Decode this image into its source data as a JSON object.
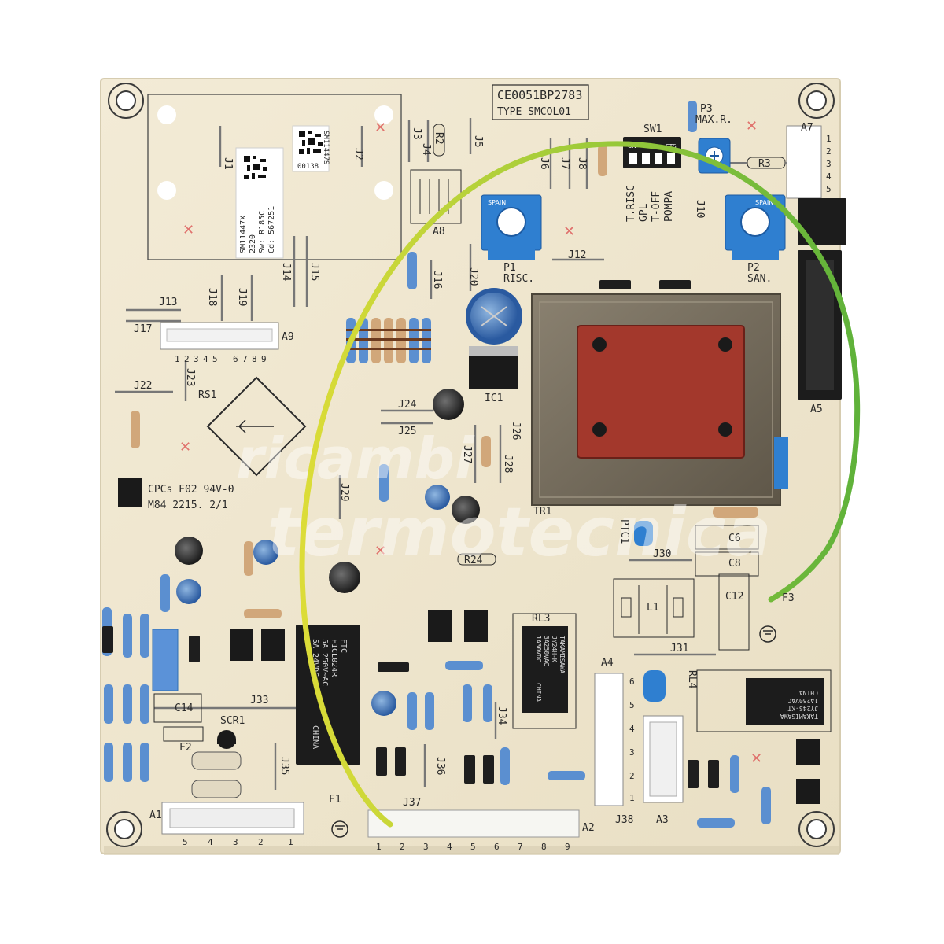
{
  "certification": {
    "ce_code": "0051BP2783",
    "type_label": "TYPE SMCOL01"
  },
  "sticker": {
    "lines": [
      "SM11447X",
      "2320",
      "Sw: R185C",
      "Cd: 567251"
    ],
    "code_a": "00138",
    "code_b": "SM11447S"
  },
  "board_marking": {
    "line1": "CPCs F02 94V-0",
    "line2": "M84  2215. 2/1"
  },
  "potentiometers": [
    {
      "ref": "P1",
      "label": "RISC."
    },
    {
      "ref": "P2",
      "label": "SAN."
    },
    {
      "ref": "P3",
      "label": "MAX.R."
    }
  ],
  "pot_brand": "SPAIN",
  "switch": {
    "ref": "SW1",
    "labels": [
      "T.RISC",
      "GPL",
      "T-OFF",
      "POMPA"
    ],
    "on_label": "ON",
    "cts_label": "CTS"
  },
  "designators": {
    "J1": "J1",
    "J2": "J2",
    "J3": "J3",
    "J4": "J4",
    "J5": "J5",
    "J6": "J6",
    "J7": "J7",
    "J8": "J8",
    "J10": "J10",
    "J12": "J12",
    "J13": "J13",
    "J14": "J14",
    "J15": "J15",
    "J16": "J16",
    "J17": "J17",
    "J18": "J18",
    "J19": "J19",
    "J20": "J20",
    "J22": "J22",
    "J23": "J23",
    "J24": "J24",
    "J25": "J25",
    "J26": "J26",
    "J27": "J27",
    "J28": "J28",
    "J29": "J29",
    "J30": "J30",
    "J31": "J31",
    "J33": "J33",
    "J34": "J34",
    "J35": "J35",
    "J36": "J36",
    "J37": "J37",
    "J38": "J38",
    "R2": "R2",
    "R3": "R3",
    "R24": "R24",
    "A1": "A1",
    "A2": "A2",
    "A3": "A3",
    "A4": "A4",
    "A5": "A5",
    "A7": "A7",
    "A8": "A8",
    "A9": "A9",
    "IC1": "IC1",
    "TR1": "TR1",
    "RS1": "RS1",
    "PTC1": "PTC1",
    "SCR1": "SCR1",
    "C6": "C6",
    "C8": "C8",
    "C12": "C12",
    "C14": "C14",
    "L1": "L1",
    "F1": "F1",
    "F2": "F2",
    "F3": "F3",
    "RL3": "RL3",
    "RL4": "RL4"
  },
  "connector_pins": {
    "a9": [
      "1",
      "2",
      "3",
      "4",
      "5",
      "6",
      "7",
      "8",
      "9"
    ],
    "a2": [
      "1",
      "2",
      "3",
      "4",
      "5",
      "6",
      "7",
      "8",
      "9"
    ],
    "a1": [
      "5",
      "4",
      "3",
      "2",
      "1"
    ],
    "a4": [
      "6",
      "5",
      "4",
      "3",
      "2",
      "1"
    ],
    "a7": [
      "1",
      "2",
      "3",
      "4",
      "5"
    ]
  },
  "relay_markings": {
    "rl_big": [
      "FTC",
      "F1CL024R",
      "5A 250V~AC",
      "5A 24VDC",
      "CHINA"
    ],
    "rl3": [
      "TAKAMISAWA",
      "JY24H-K",
      "3A250VAC",
      "1A30VDC",
      "CHINA"
    ],
    "rl4": [
      "TAKAMISAWA",
      "JY24S-KT",
      "1A250VAC",
      "CHINA"
    ]
  },
  "watermark": {
    "line1": "ricambi",
    "line2": "termotecnica"
  },
  "colors": {
    "board": "#efe6cf",
    "silkscreen": "#2a2a2a",
    "ground_wire_yellow": "#d9d83a",
    "ground_wire_green": "#63b53a",
    "pot_blue": "#2f7fd0",
    "transformer_red": "#a3382c",
    "transformer_frame": "#7a7060"
  }
}
